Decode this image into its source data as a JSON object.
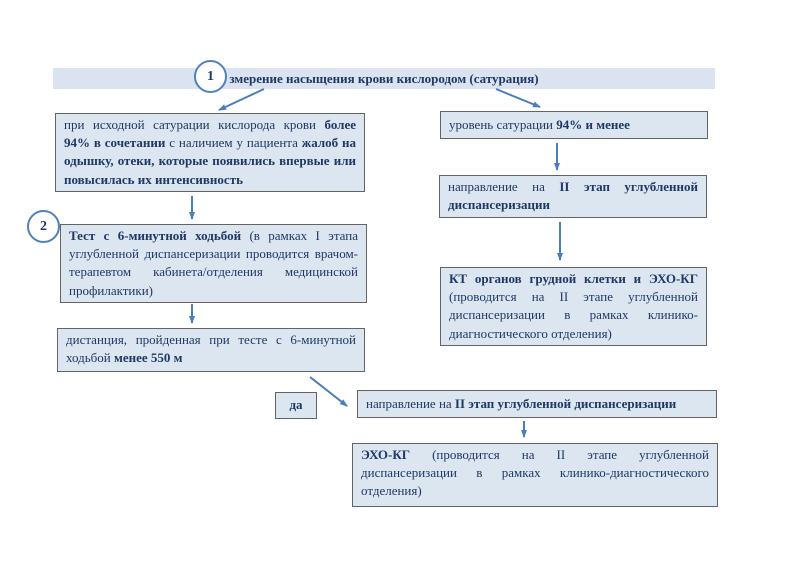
{
  "colors": {
    "box_fill": "#dce6f1",
    "header_fill": "#dae3ef",
    "box_border": "#646464",
    "arrow": "#4a7ebb",
    "circle_border": "#4f81bd",
    "text": "#1f3864"
  },
  "header": {
    "title": "змерение насыщения крови кислородом (сатурация)"
  },
  "markers": {
    "step1": "1",
    "step2": "2"
  },
  "flow": {
    "left1": {
      "segments": [
        {
          "t": "при исходной сатурации кислорода крови ",
          "b": false
        },
        {
          "t": "более 94% в сочетании",
          "b": true
        },
        {
          "t": " с наличием у пациента ",
          "b": false
        },
        {
          "t": "жалоб на одышку, отеки, которые появились впервые или повысилась их интенсивность",
          "b": true
        }
      ]
    },
    "left2": {
      "segments": [
        {
          "t": "Тест с 6-минутной ходьбой",
          "b": true
        },
        {
          "t": " (в рамках I этапа углубленной диспансеризации проводится врачом-терапевтом кабинета/отделения медицинской профилактики)",
          "b": false
        }
      ]
    },
    "left3": {
      "segments": [
        {
          "t": "дистанция, пройденная при тесте с 6-минутной ходьбой ",
          "b": false
        },
        {
          "t": "менее 550 м",
          "b": true
        }
      ]
    },
    "right1": {
      "segments": [
        {
          "t": "уровень сатурации ",
          "b": false
        },
        {
          "t": "94% и менее",
          "b": true
        }
      ]
    },
    "right2": {
      "segments": [
        {
          "t": "направление на ",
          "b": false
        },
        {
          "t": "II этап углубленной диспансеризации",
          "b": true
        }
      ]
    },
    "right3": {
      "segments": [
        {
          "t": "КТ органов грудной клетки и ЭХО-КГ",
          "b": true
        },
        {
          "t": " (проводится на II этапе углубленной диспансеризации в рамках клинико-диагностического отделения)",
          "b": false
        }
      ]
    },
    "yes_label": "да",
    "bottom1": {
      "segments": [
        {
          "t": "направление на ",
          "b": false
        },
        {
          "t": "II этап углубленной диспансеризации",
          "b": true
        }
      ]
    },
    "bottom2": {
      "segments": [
        {
          "t": "ЭХО-КГ",
          "b": true
        },
        {
          "t": " (проводится на II этапе углубленной диспансеризации в рамках клинико-диагностического отделения)",
          "b": false
        }
      ]
    }
  }
}
